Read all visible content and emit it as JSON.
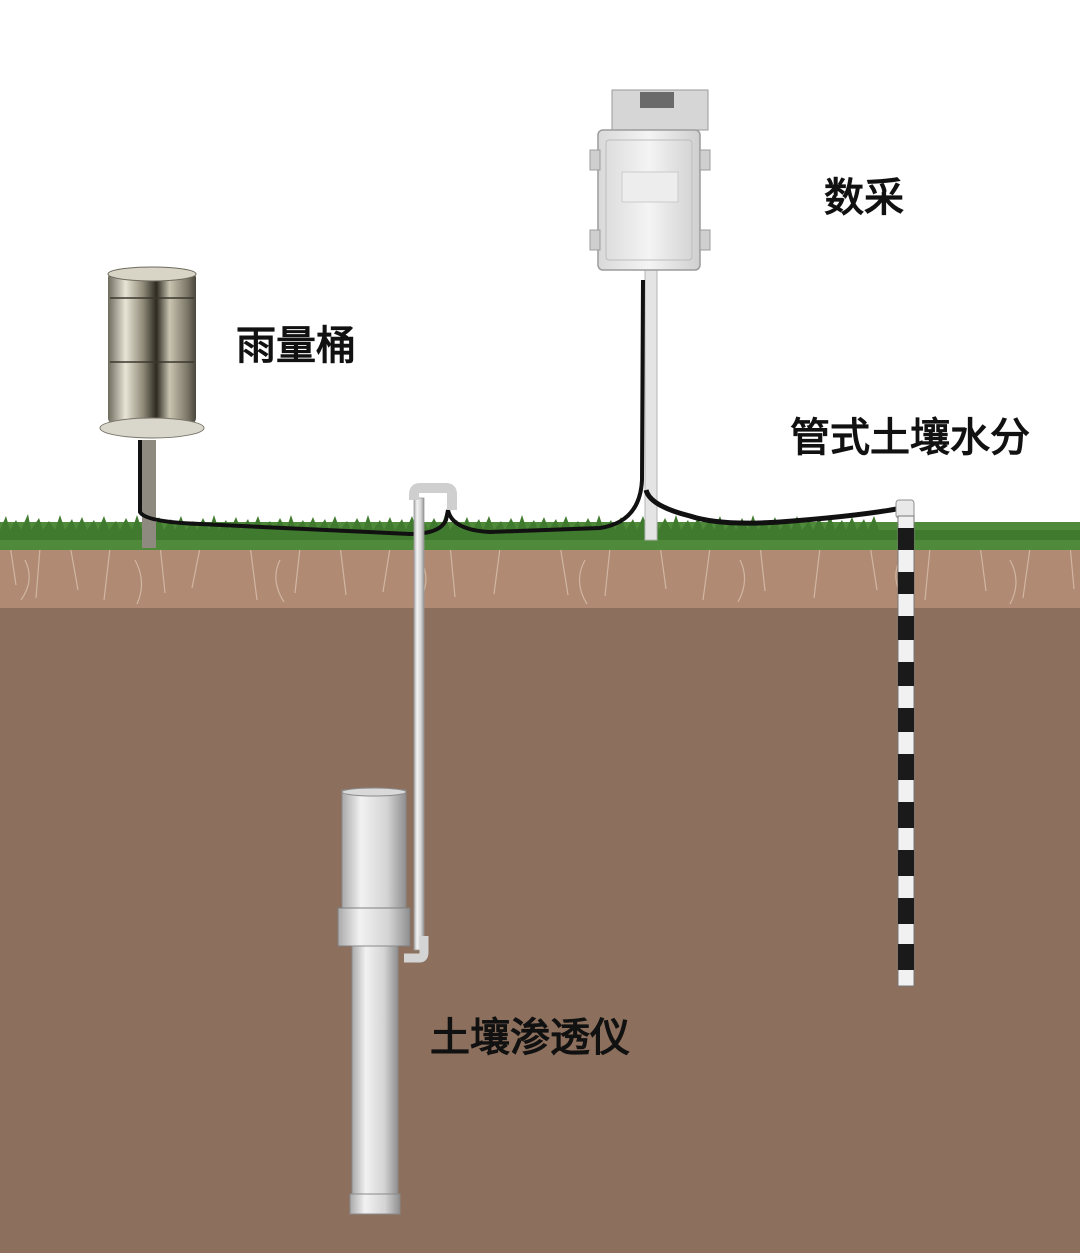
{
  "labels": {
    "rain_gauge": "雨量桶",
    "data_logger": "数采",
    "tube_soil_moisture": "管式土壤水分",
    "soil_lysimeter": "土壤渗透仪"
  },
  "colors": {
    "sky": "#ffffff",
    "grass": "#4f8a3a",
    "root_zone": "#b08a72",
    "soil": "#8c6f5c",
    "cable": "#111111",
    "pipe": "#e6e6e6",
    "steel": "#b9b4a4"
  }
}
